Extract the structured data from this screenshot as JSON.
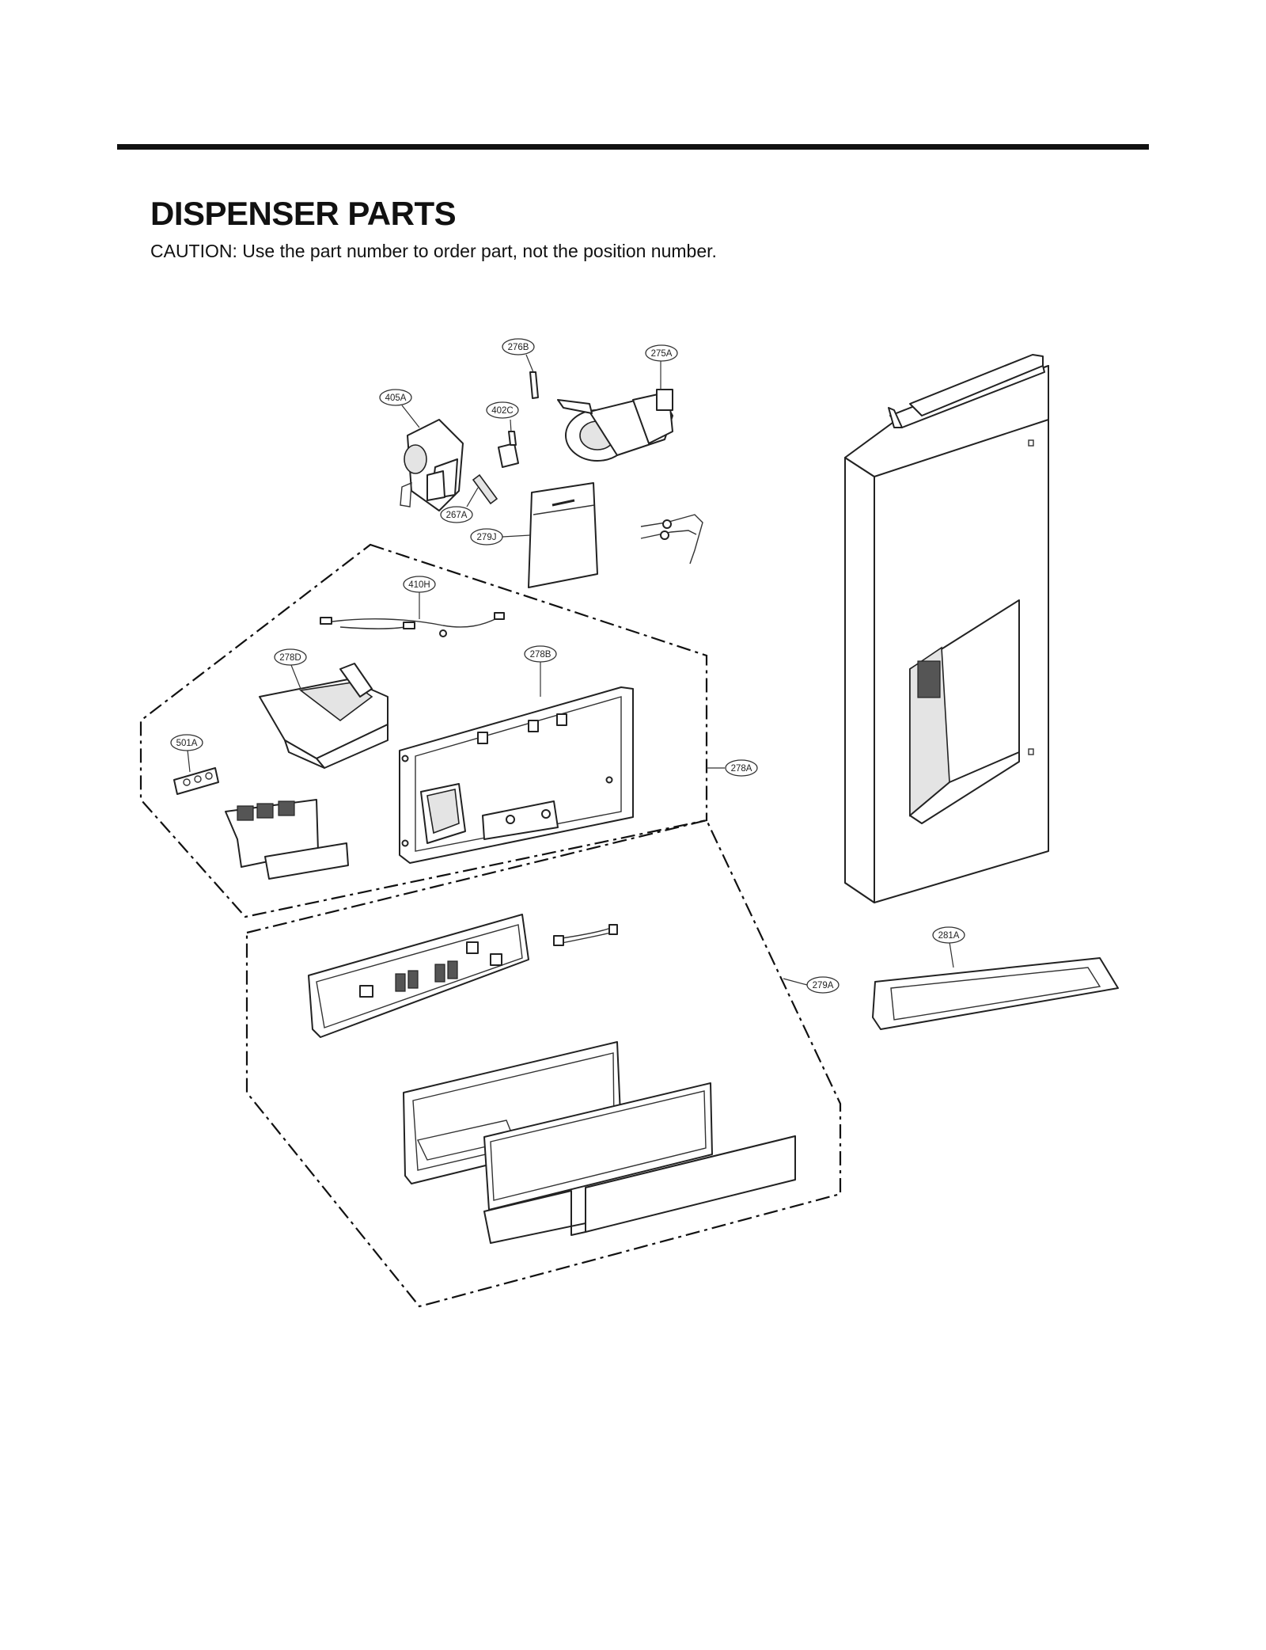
{
  "header": {
    "title": "DISPENSER PARTS",
    "caution": "CAUTION: Use the part number to order part, not the position number."
  },
  "callouts": {
    "c276B": "276B",
    "c275A": "275A",
    "c405A": "405A",
    "c402C": "402C",
    "c267A": "267A",
    "c279J": "279J",
    "c410H": "410H",
    "c278D": "278D",
    "c278B": "278B",
    "c501A": "501A",
    "c278A": "278A",
    "c281A": "281A",
    "c279A": "279A"
  }
}
